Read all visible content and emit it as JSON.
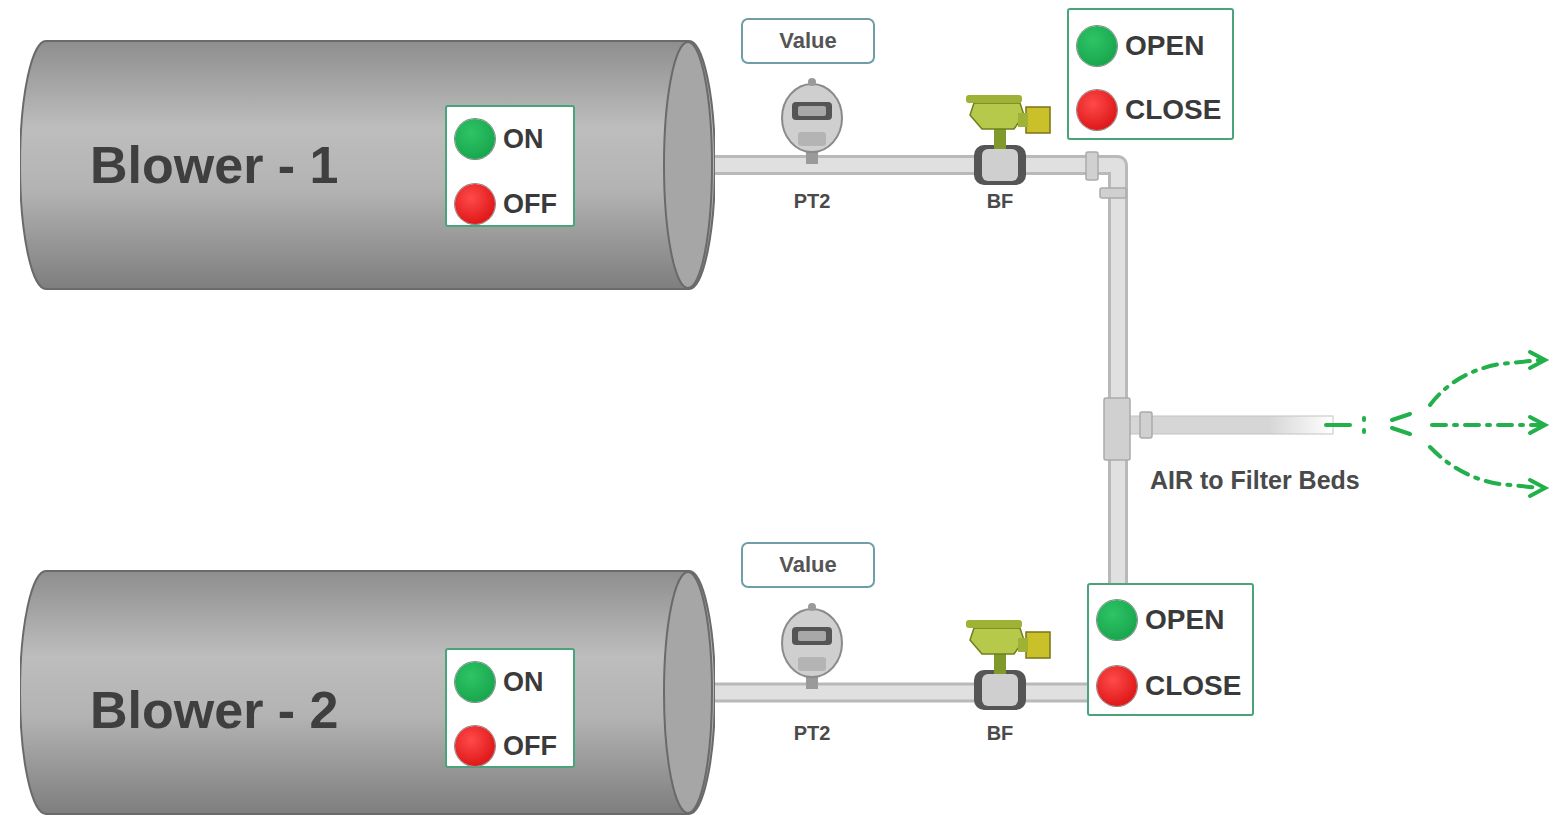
{
  "diagram": {
    "nodes": [
      {
        "text": [
          "Blower - 1"
        ]
      },
      {
        "text": [
          "ON",
          "OFF"
        ],
        "in": 0
      },
      {
        "text": [
          "Value"
        ]
      },
      {
        "text": [
          "OPEN",
          "CLOSE"
        ]
      },
      {
        "text": [
          "Blower - 2"
        ]
      },
      {
        "text": [
          "ON",
          "OFF"
        ],
        "in": 4
      },
      {
        "text": [
          "Value"
        ]
      },
      {
        "text": [
          "OPEN",
          "CLOSE"
        ]
      }
    ],
    "edges": [
      {
        "from": 0,
        "to": 4,
        "arrow": "none"
      }
    ],
    "labels": [
      "PT2",
      "BF",
      "PT2",
      "BF",
      "AIR to Filter Beds"
    ]
  }
}
